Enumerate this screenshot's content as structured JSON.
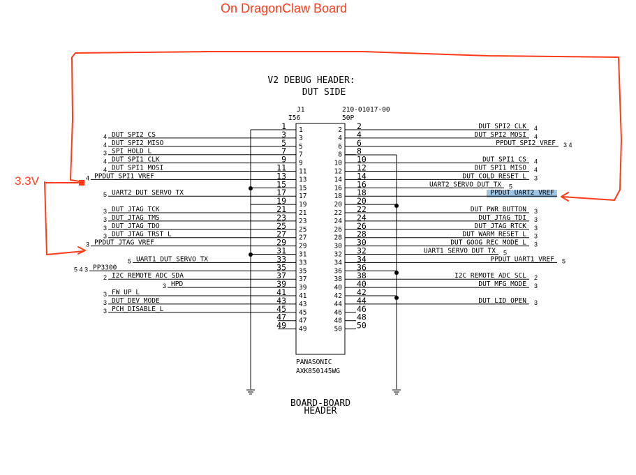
{
  "annotation": {
    "title": "On DragonClaw Board",
    "voltage_label": "3.3V",
    "color": "#ff3b1a"
  },
  "header": {
    "title_line1": "V2 DEBUG HEADER:",
    "title_line2": "DUT SIDE",
    "ref_des": "J1",
    "value": "I56",
    "part_no": "210-01017-00",
    "pin_count": "50P",
    "manufacturer": "PANASONIC",
    "mfr_part": "AXK850145WG",
    "footer_line1": "BOARD-BOARD",
    "footer_line2": "HEADER"
  },
  "highlight_color": "#9cc4e4",
  "left_nets": [
    {
      "pin": "1",
      "net": "",
      "ref": ""
    },
    {
      "pin": "3",
      "net": "DUT_SPI2_CS",
      "ref": "4"
    },
    {
      "pin": "5",
      "net": "DUT_SPI2_MISO",
      "ref": "4"
    },
    {
      "pin": "7",
      "net": "SPI_HOLD_L",
      "ref": "3"
    },
    {
      "pin": "9",
      "net": "DUT_SPI1_CLK",
      "ref": "4"
    },
    {
      "pin": "11",
      "net": "DUT_SPI1_MOSI",
      "ref": "4"
    },
    {
      "pin": "13",
      "net": "PPDUT_SPI1_VREF",
      "ref": "4"
    },
    {
      "pin": "15",
      "net": "",
      "ref": ""
    },
    {
      "pin": "17",
      "net": "UART2_DUT_SERVO_TX",
      "ref": "5"
    },
    {
      "pin": "19",
      "net": "",
      "ref": ""
    },
    {
      "pin": "21",
      "net": "DUT_JTAG_TCK",
      "ref": "3"
    },
    {
      "pin": "23",
      "net": "DUT_JTAG_TMS",
      "ref": "3"
    },
    {
      "pin": "25",
      "net": "DUT_JTAG_TDO",
      "ref": "3"
    },
    {
      "pin": "27",
      "net": "DUT_JTAG_TRST_L",
      "ref": "3"
    },
    {
      "pin": "29",
      "net": "PPDUT_JTAG_VREF",
      "ref": "3"
    },
    {
      "pin": "31",
      "net": "",
      "ref": ""
    },
    {
      "pin": "33",
      "net": "UART1_DUT_SERVO_TX",
      "ref": "5"
    },
    {
      "pin": "35",
      "net": "PP3300",
      "ref": "5 4 3"
    },
    {
      "pin": "37",
      "net": "I2C_REMOTE_ADC_SDA",
      "ref": "2"
    },
    {
      "pin": "39",
      "net": "HPD",
      "ref": "3"
    },
    {
      "pin": "41",
      "net": "FW_UP_L",
      "ref": "3"
    },
    {
      "pin": "43",
      "net": "DUT_DEV_MODE",
      "ref": "3"
    },
    {
      "pin": "45",
      "net": "PCH_DISABLE_L",
      "ref": "3"
    },
    {
      "pin": "47",
      "net": "",
      "ref": ""
    },
    {
      "pin": "49",
      "net": "",
      "ref": ""
    }
  ],
  "right_nets": [
    {
      "pin": "2",
      "net": "DUT_SPI2_CLK",
      "ref": "4"
    },
    {
      "pin": "4",
      "net": "DUT_SPI2_MOSI",
      "ref": "4"
    },
    {
      "pin": "6",
      "net": "PPDUT_SPI2_VREF",
      "ref": "3 4"
    },
    {
      "pin": "8",
      "net": "",
      "ref": ""
    },
    {
      "pin": "10",
      "net": "DUT_SPI1_CS",
      "ref": "4"
    },
    {
      "pin": "12",
      "net": "DUT_SPI1_MISO",
      "ref": "4"
    },
    {
      "pin": "14",
      "net": "DUT_COLD_RESET_L",
      "ref": "3"
    },
    {
      "pin": "16",
      "net": "UART2_SERVO_DUT_TX",
      "ref": "5"
    },
    {
      "pin": "18",
      "net": "PPDUT_UART2_VREF",
      "ref": ""
    },
    {
      "pin": "20",
      "net": "",
      "ref": ""
    },
    {
      "pin": "22",
      "net": "DUT_PWR_BUTTON",
      "ref": "3"
    },
    {
      "pin": "24",
      "net": "DUT_JTAG_TDI",
      "ref": "3"
    },
    {
      "pin": "26",
      "net": "DUT_JTAG_RTCK",
      "ref": "3"
    },
    {
      "pin": "28",
      "net": "DUT_WARM_RESET_L",
      "ref": "3"
    },
    {
      "pin": "30",
      "net": "DUT_GOOG_REC_MODE_L",
      "ref": "3"
    },
    {
      "pin": "32",
      "net": "UART1_SERVO_DUT_TX",
      "ref": "5"
    },
    {
      "pin": "34",
      "net": "PPDUT_UART1_VREF",
      "ref": "5"
    },
    {
      "pin": "36",
      "net": "",
      "ref": ""
    },
    {
      "pin": "38",
      "net": "I2C_REMOTE_ADC_SCL",
      "ref": "2"
    },
    {
      "pin": "40",
      "net": "DUT_MFG_MODE",
      "ref": "3"
    },
    {
      "pin": "42",
      "net": "",
      "ref": ""
    },
    {
      "pin": "44",
      "net": "DUT_LID_OPEN",
      "ref": "3"
    },
    {
      "pin": "46",
      "net": "",
      "ref": ""
    },
    {
      "pin": "48",
      "net": "",
      "ref": ""
    },
    {
      "pin": "50",
      "net": "",
      "ref": ""
    }
  ]
}
